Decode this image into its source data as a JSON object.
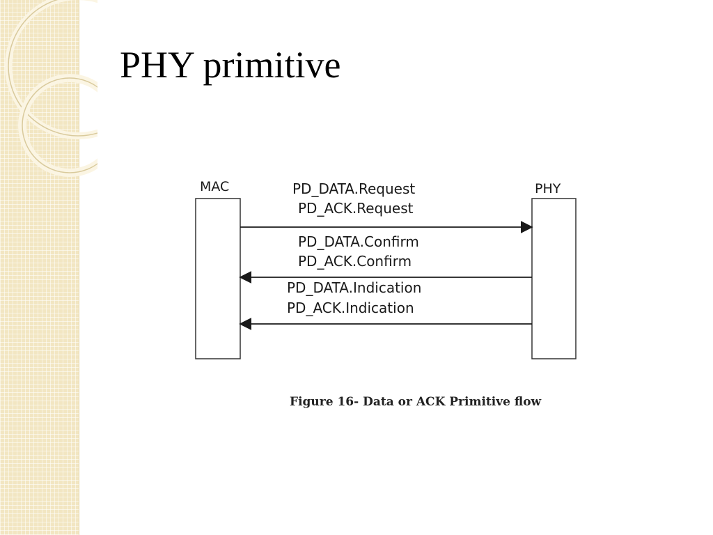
{
  "slide": {
    "title": "PHY primitive",
    "caption": "Figure 16- Data or ACK Primitive flow"
  },
  "diagram": {
    "left_entity": "MAC",
    "right_entity": "PHY",
    "messages": [
      {
        "lines": [
          "PD_DATA.Request",
          "PD_ACK.Request"
        ],
        "direction": "MAC-to-PHY"
      },
      {
        "lines": [
          "PD_DATA.Confirm",
          "PD_ACK.Confirm"
        ],
        "direction": "PHY-to-MAC"
      },
      {
        "lines": [
          "PD_DATA.Indication",
          "PD_ACK.Indication"
        ],
        "direction": "PHY-to-MAC"
      }
    ]
  },
  "colors": {
    "band": "#f2e6c2",
    "ring": "#d8c89a",
    "text": "#1a1a1a"
  }
}
